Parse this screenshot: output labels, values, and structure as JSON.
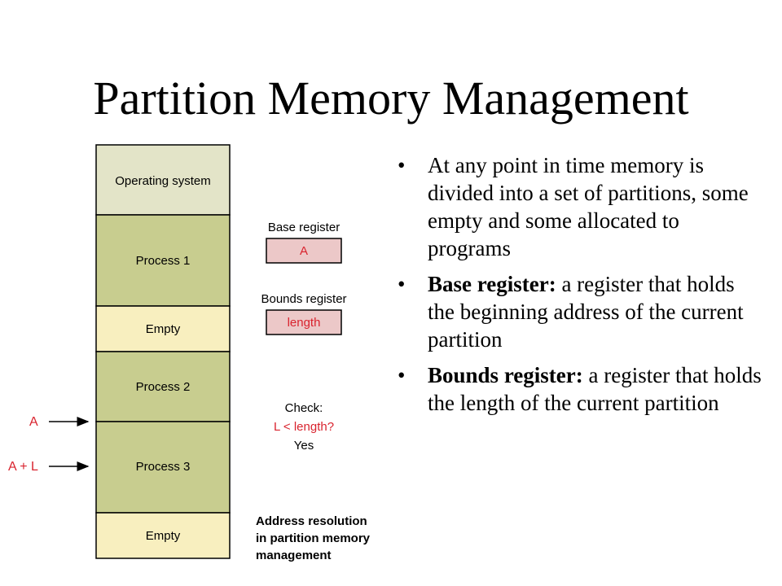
{
  "title": "Partition Memory Management",
  "memory_blocks": [
    {
      "label": "Operating system",
      "fill": "#e3e4c8"
    },
    {
      "label": "Process 1",
      "fill": "#c8cd8f"
    },
    {
      "label": "Empty",
      "fill": "#f8efbf"
    },
    {
      "label": "Process 2",
      "fill": "#c8cd8f"
    },
    {
      "label": "Process 3",
      "fill": "#c8cd8f"
    },
    {
      "label": "Empty",
      "fill": "#f8efbf"
    }
  ],
  "pointers": {
    "a": "A",
    "a_plus_l": "A + L",
    "color": "#d9232e"
  },
  "base_register": {
    "label": "Base register",
    "value": "A"
  },
  "bounds_register": {
    "label": "Bounds register",
    "value": "length"
  },
  "register_fill": "#ecc8c8",
  "check": {
    "line1": "Check:",
    "line2": "L < length?",
    "line3": "Yes"
  },
  "caption": [
    "Address resolution",
    "in partition memory",
    "management"
  ],
  "bullets": [
    {
      "bold": "",
      "text": "At any point in time memory is divided into a set of partitions, some empty and some allocated to programs"
    },
    {
      "bold": "Base register:",
      "text": " a register that holds the beginning address of the current partition"
    },
    {
      "bold": "Bounds register:",
      "text": " a register that holds the length of the current partition"
    }
  ],
  "bullet_symbol": "•"
}
